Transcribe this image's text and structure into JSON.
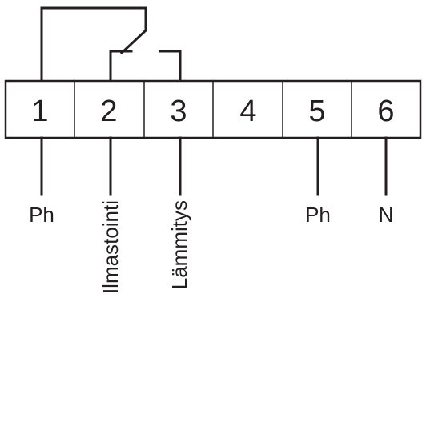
{
  "terminals": [
    {
      "number": "1",
      "label": "Ph"
    },
    {
      "number": "2",
      "label": "Ilmastointi"
    },
    {
      "number": "3",
      "label": "Lämmitys"
    },
    {
      "number": "4",
      "label": ""
    },
    {
      "number": "5",
      "label": "Ph"
    },
    {
      "number": "6",
      "label": "N"
    }
  ]
}
